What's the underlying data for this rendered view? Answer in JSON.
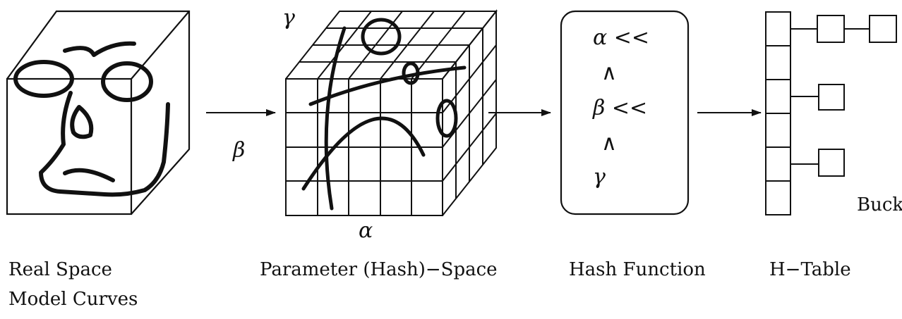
{
  "stages": {
    "real_space": {
      "label_line1": "Real Space",
      "label_line2": "Model Curves"
    },
    "parameter_space": {
      "label": "Parameter (Hash)−Space",
      "axis_alpha": "α",
      "axis_beta": "β",
      "axis_gamma": "γ"
    },
    "hash_function": {
      "label": "Hash Function",
      "lines": [
        "α <<",
        "∧",
        "β <<",
        "∧",
        "γ"
      ]
    },
    "h_table": {
      "label": "H−Table",
      "bucket_label": "Buck"
    }
  },
  "colors": {
    "ink": "#111111",
    "background": "#ffffff"
  }
}
